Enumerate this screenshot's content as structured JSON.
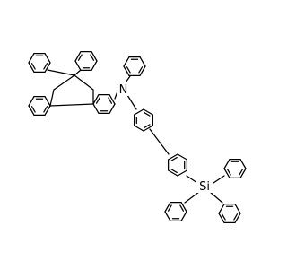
{
  "figure": {
    "type": "chemical-structure",
    "background": "#ffffff",
    "bond_color": "#000000"
  },
  "atom_labels": {
    "nitrogen": "N",
    "silicon": "Si"
  }
}
